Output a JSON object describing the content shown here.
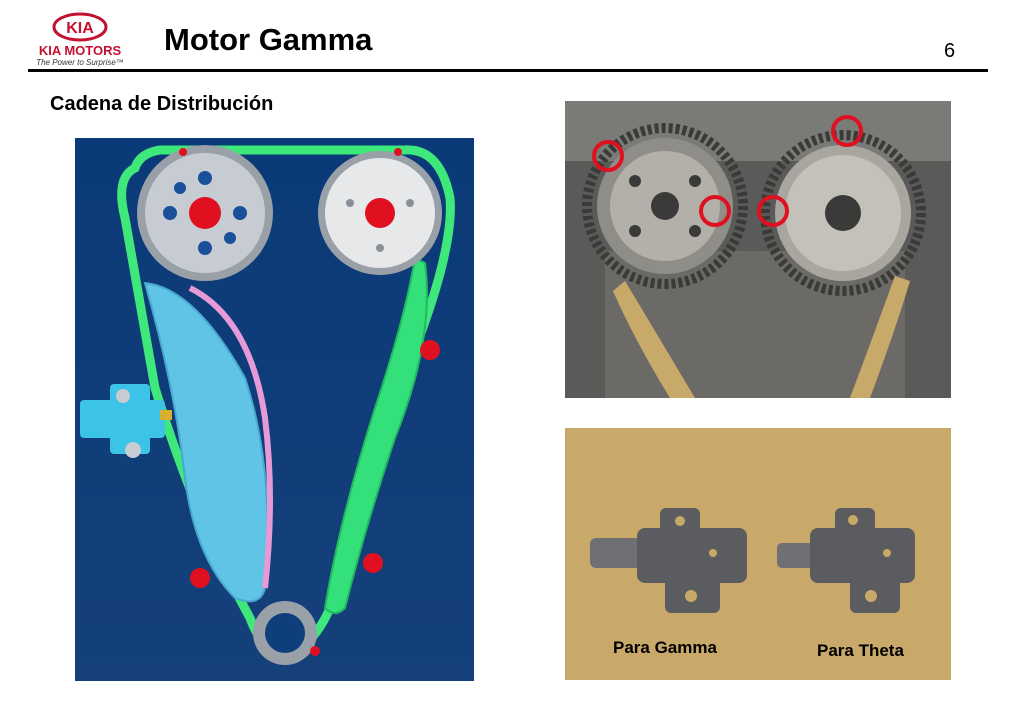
{
  "header": {
    "logo_brand": "KIA MOTORS",
    "logo_oval_text": "KIA",
    "logo_tagline": "The Power to Surprise™",
    "title": "Motor Gamma",
    "page_number": "6"
  },
  "content": {
    "subtitle": "Cadena de Distribución",
    "photo_labels": {
      "gamma": "Para Gamma",
      "theta": "Para Theta"
    }
  },
  "colors": {
    "brand_red": "#c4112f",
    "diagram_bg": "#0e3f7c",
    "chain_green": "#3ee87a",
    "marker_red": "#e01020"
  }
}
